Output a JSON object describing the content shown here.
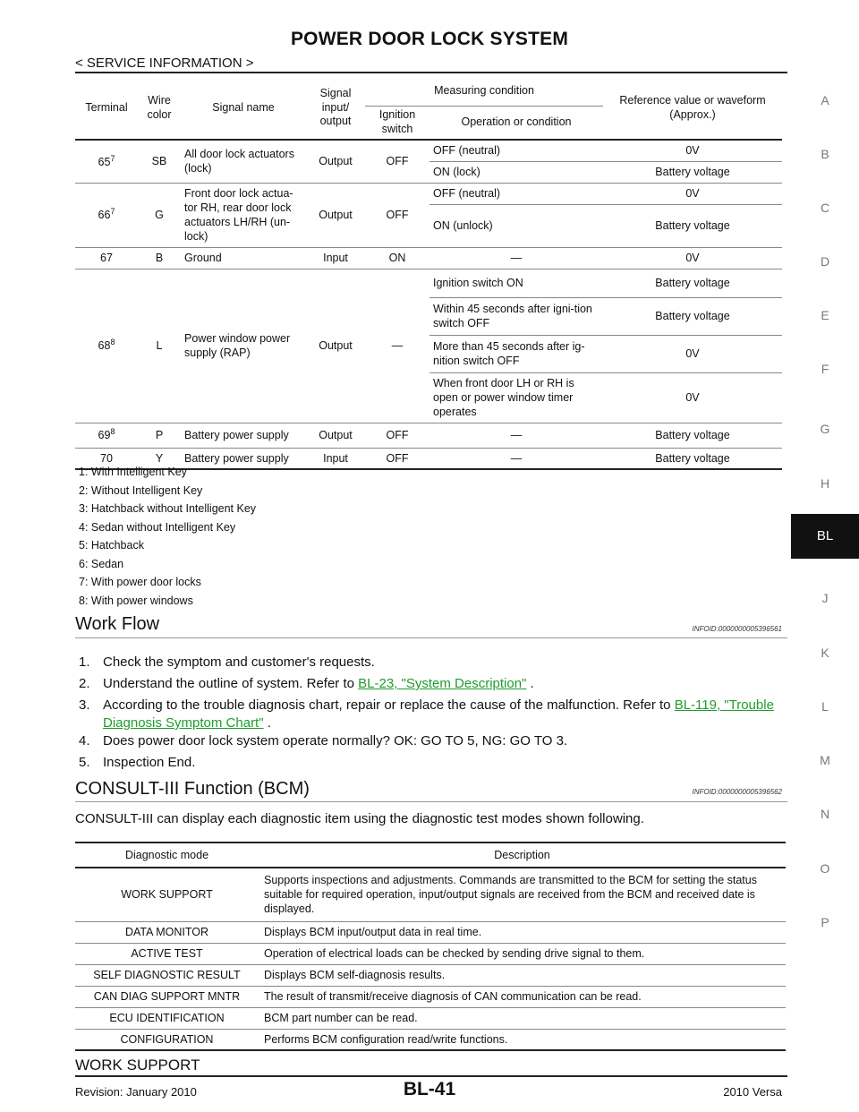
{
  "header": {
    "title": "POWER DOOR LOCK SYSTEM",
    "subtitle": "< SERVICE INFORMATION >"
  },
  "side_tabs": [
    "A",
    "B",
    "C",
    "D",
    "E",
    "F",
    "G",
    "H",
    "BL",
    "J",
    "K",
    "L",
    "M",
    "N",
    "O",
    "P"
  ],
  "active_tab": "BL",
  "terminal_table": {
    "headers": {
      "terminal": "Terminal",
      "wire_color": "Wire color",
      "signal_name": "Signal name",
      "signal_io": "Signal input/ output",
      "measuring": "Measuring condition",
      "ignition": "Ignition switch",
      "operation": "Operation or condition",
      "reference": "Reference value or waveform (Approx.)"
    },
    "rows": [
      {
        "terminal": "65",
        "sup": "7",
        "color": "SB",
        "signal": "All door lock actuators (lock)",
        "io": "Output",
        "ign": "OFF",
        "conditions": [
          {
            "op": "OFF (neutral)",
            "ref": "0V"
          },
          {
            "op": "ON (lock)",
            "ref": "Battery voltage"
          }
        ]
      },
      {
        "terminal": "66",
        "sup": "7",
        "color": "G",
        "signal": "Front door lock actua-tor RH, rear door lock actuators LH/RH (un-lock)",
        "io": "Output",
        "ign": "OFF",
        "conditions": [
          {
            "op": "OFF (neutral)",
            "ref": "0V"
          },
          {
            "op": "ON (unlock)",
            "ref": "Battery voltage"
          }
        ]
      },
      {
        "terminal": "67",
        "sup": "",
        "color": "B",
        "signal": "Ground",
        "io": "Input",
        "ign": "ON",
        "conditions": [
          {
            "op": "—",
            "ref": "0V"
          }
        ]
      },
      {
        "terminal": "68",
        "sup": "8",
        "color": "L",
        "signal": "Power window power supply (RAP)",
        "io": "Output",
        "ign": "—",
        "conditions": [
          {
            "op": "Ignition switch ON",
            "ref": "Battery voltage"
          },
          {
            "op": "Within 45 seconds after igni-tion switch OFF",
            "ref": "Battery voltage"
          },
          {
            "op": "More than 45 seconds after ig-nition switch OFF",
            "ref": "0V"
          },
          {
            "op": "When front door LH or RH is open or power window timer operates",
            "ref": "0V"
          }
        ]
      },
      {
        "terminal": "69",
        "sup": "8",
        "color": "P",
        "signal": "Battery power supply",
        "io": "Output",
        "ign": "OFF",
        "conditions": [
          {
            "op": "—",
            "ref": "Battery voltage"
          }
        ]
      },
      {
        "terminal": "70",
        "sup": "",
        "color": "Y",
        "signal": "Battery power supply",
        "io": "Input",
        "ign": "OFF",
        "conditions": [
          {
            "op": "—",
            "ref": "Battery voltage"
          }
        ]
      }
    ]
  },
  "notes": [
    "1: With Intelligent Key",
    "2: Without Intelligent Key",
    "3: Hatchback without Intelligent Key",
    "4: Sedan without Intelligent Key",
    "5: Hatchback",
    "6: Sedan",
    "7: With power door locks",
    "8: With power windows"
  ],
  "work_flow": {
    "title": "Work Flow",
    "infoid": "INFOID:0000000005396561",
    "steps": [
      {
        "num": "1.",
        "text": "Check the symptom and customer's requests."
      },
      {
        "num": "2.",
        "text": "Understand the outline of system. Refer to ",
        "link": "BL-23, \"System Description\"",
        "after": " ."
      },
      {
        "num": "3.",
        "text": "According to the trouble diagnosis chart, repair or replace the cause of the malfunction. Refer to ",
        "link": "BL-119, \"Trouble Diagnosis Symptom Chart\"",
        "after": " ."
      },
      {
        "num": "4.",
        "text": "Does power door lock system operate normally? OK: GO TO 5, NG: GO TO 3."
      },
      {
        "num": "5.",
        "text": "Inspection End."
      }
    ]
  },
  "consult": {
    "title": "CONSULT-III Function (BCM)",
    "infoid": "INFOID:0000000005396562",
    "intro": "CONSULT-III can display each diagnostic item using the diagnostic test modes shown following.",
    "headers": {
      "mode": "Diagnostic mode",
      "desc": "Description"
    },
    "rows": [
      {
        "mode": "WORK SUPPORT",
        "desc": "Supports inspections and adjustments. Commands are transmitted to the BCM for setting the status suitable for required operation, input/output signals are received from the BCM and received date is displayed."
      },
      {
        "mode": "DATA MONITOR",
        "desc": "Displays BCM input/output data in real time."
      },
      {
        "mode": "ACTIVE TEST",
        "desc": "Operation of electrical loads can be checked by sending drive signal to them."
      },
      {
        "mode": "SELF DIAGNOSTIC RESULT",
        "desc": "Displays BCM self-diagnosis results."
      },
      {
        "mode": "CAN DIAG SUPPORT MNTR",
        "desc": "The result of transmit/receive diagnosis of CAN communication can be read."
      },
      {
        "mode": "ECU IDENTIFICATION",
        "desc": "BCM part number can be read."
      },
      {
        "mode": "CONFIGURATION",
        "desc": "Performs BCM configuration read/write functions."
      }
    ],
    "subheading": "WORK SUPPORT"
  },
  "footer": {
    "revision": "Revision: January 2010",
    "page": "BL-41",
    "model": "2010 Versa"
  }
}
